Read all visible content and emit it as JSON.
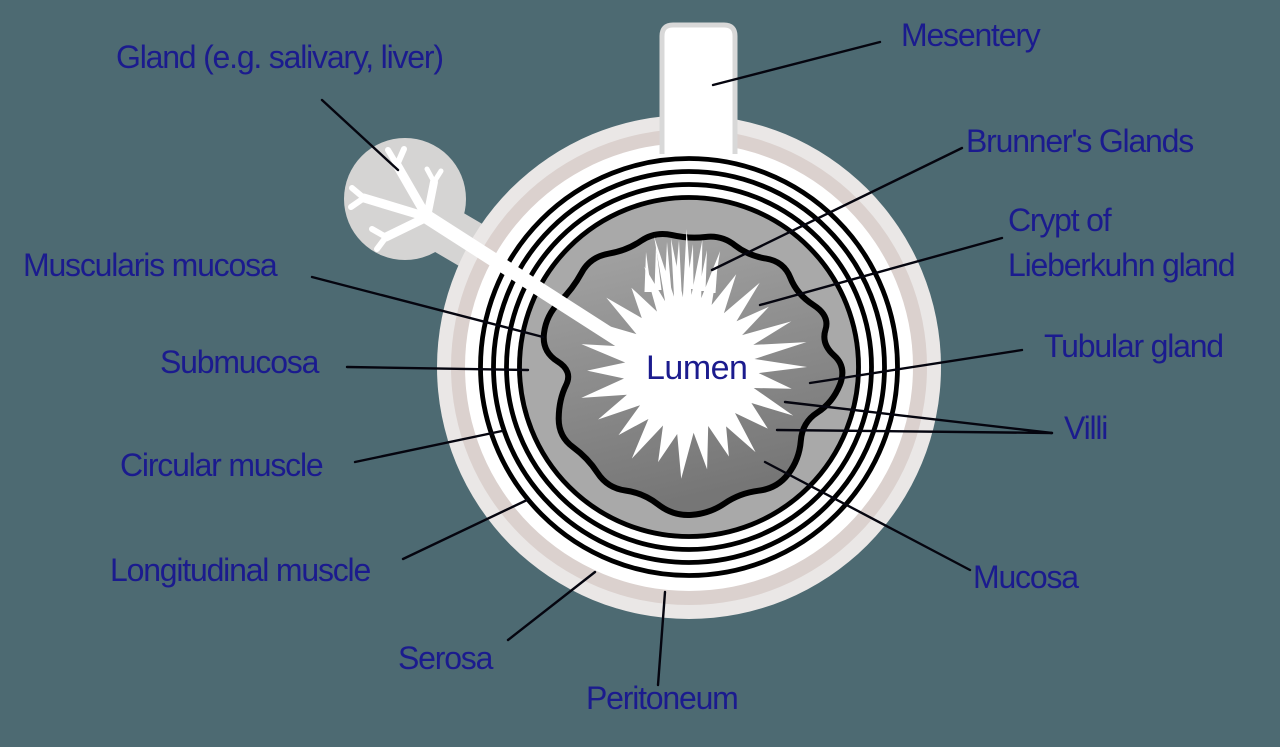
{
  "title": "Cross-section diagram of the gastrointestinal tract wall",
  "colors": {
    "background": "#4d6a72",
    "label_text": "#1b1b8e",
    "leader_line": "#05050f",
    "serosa_halo": "#eae7e6",
    "peritoneum_band": "#dbd1ce",
    "white_band": "#ffffff",
    "muscle_ring": "#000000",
    "submucosa_fill": "#a9a9a9",
    "mucosa_top": "#a6a6a6",
    "mucosa_bottom": "#767676",
    "gland_fill": "#d5d4d3",
    "mesentery_outline": "#d8d8d8",
    "lumen_fill": "#ffffff"
  },
  "labels": {
    "gland": "Gland (e.g. salivary, liver)",
    "mesentery": "Mesentery",
    "brunners_glands": "Brunner's Glands",
    "crypt": "Crypt of\nLieberkuhn gland",
    "tubular_gland": "Tubular gland",
    "villi": "Villi",
    "mucosa": "Mucosa",
    "muscularis_mucosa": "Muscularis mucosa",
    "submucosa": "Submucosa",
    "circular_muscle": "Circular muscle",
    "longitudinal_muscle": "Longitudinal muscle",
    "serosa": "Serosa",
    "peritoneum": "Peritoneum",
    "lumen": "Lumen"
  }
}
